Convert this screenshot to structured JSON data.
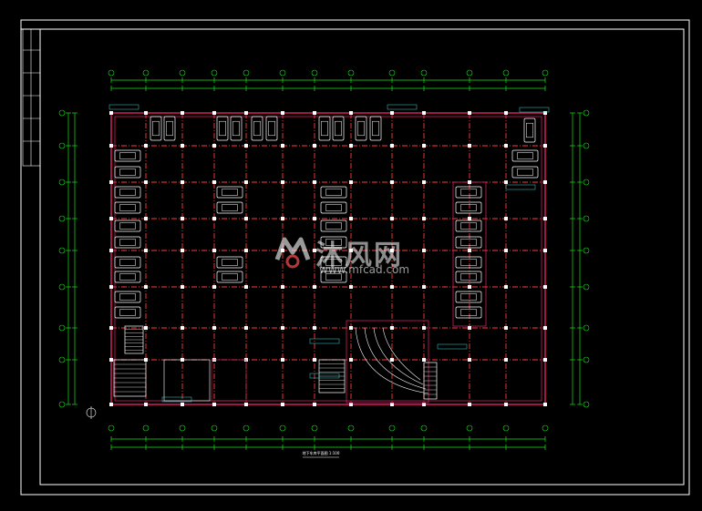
{
  "drawing": {
    "caption": "地下车库平面图 1:100",
    "sheet_frame_color": "#ffffff",
    "grid_color": "#ff3b3b",
    "wall_color": "#d02060",
    "dimension_color": "#18e418",
    "car_color": "#ffffff",
    "annotation_color": "#3cd3d3"
  },
  "watermark": {
    "title": "沐风网",
    "url": "www.mfcad.com",
    "logo_icon": "mfcad-logo-icon"
  }
}
